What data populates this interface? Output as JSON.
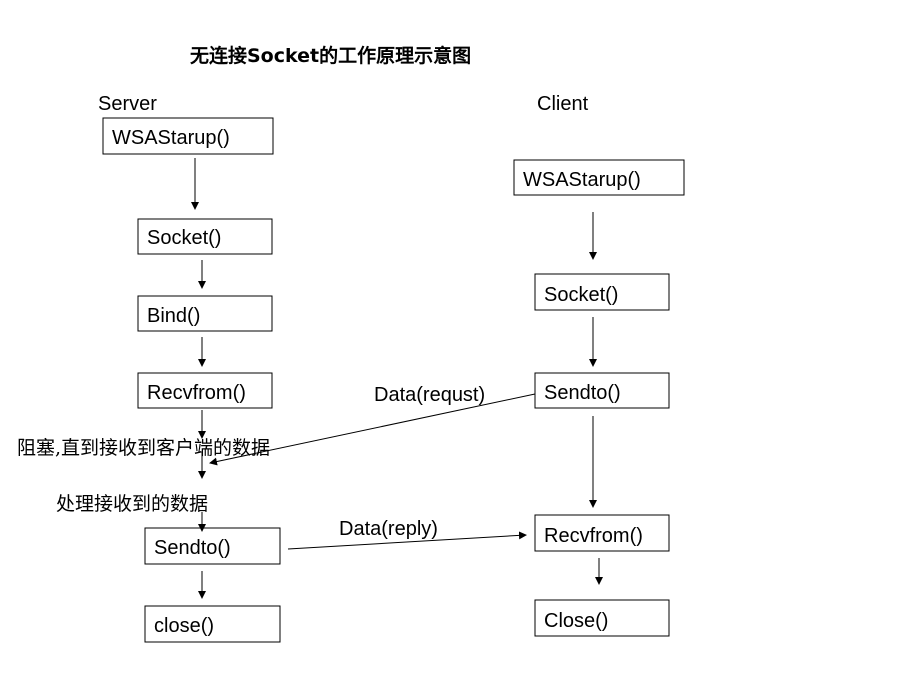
{
  "title": "无连接Socket的工作原理示意图",
  "server": {
    "label": "Server",
    "steps": [
      "WSAStarup()",
      "Socket()",
      "Bind()",
      "Recvfrom()",
      "Sendto()",
      "close()"
    ]
  },
  "client": {
    "label": "Client",
    "steps": [
      "WSAStarup()",
      "Socket()",
      "Sendto()",
      "Recvfrom()",
      "Close()"
    ]
  },
  "messages": {
    "request": "Data(requst)",
    "reply": "Data(reply)"
  },
  "notes": {
    "blocking": "阻塞,直到接收到客户端的数据",
    "processing": "处理接收到的数据"
  }
}
